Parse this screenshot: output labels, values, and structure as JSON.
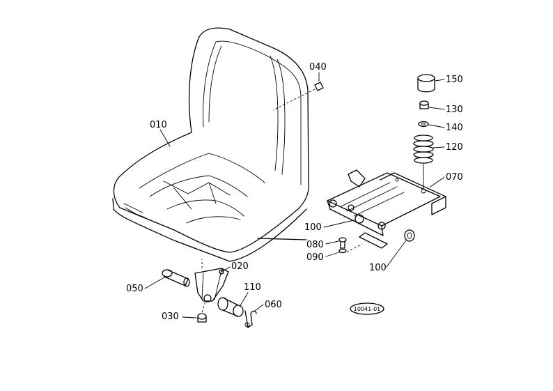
{
  "labels": {
    "p010": "010",
    "p020": "020",
    "p030": "030",
    "p040": "040",
    "p050": "050",
    "p060": "060",
    "p070": "070",
    "p080": "080",
    "p090": "090",
    "p100a": "100",
    "p100b": "100",
    "p110": "110",
    "p120": "120",
    "p130": "130",
    "p140": "140",
    "p150": "150"
  },
  "drawing_ref": "10041-01"
}
